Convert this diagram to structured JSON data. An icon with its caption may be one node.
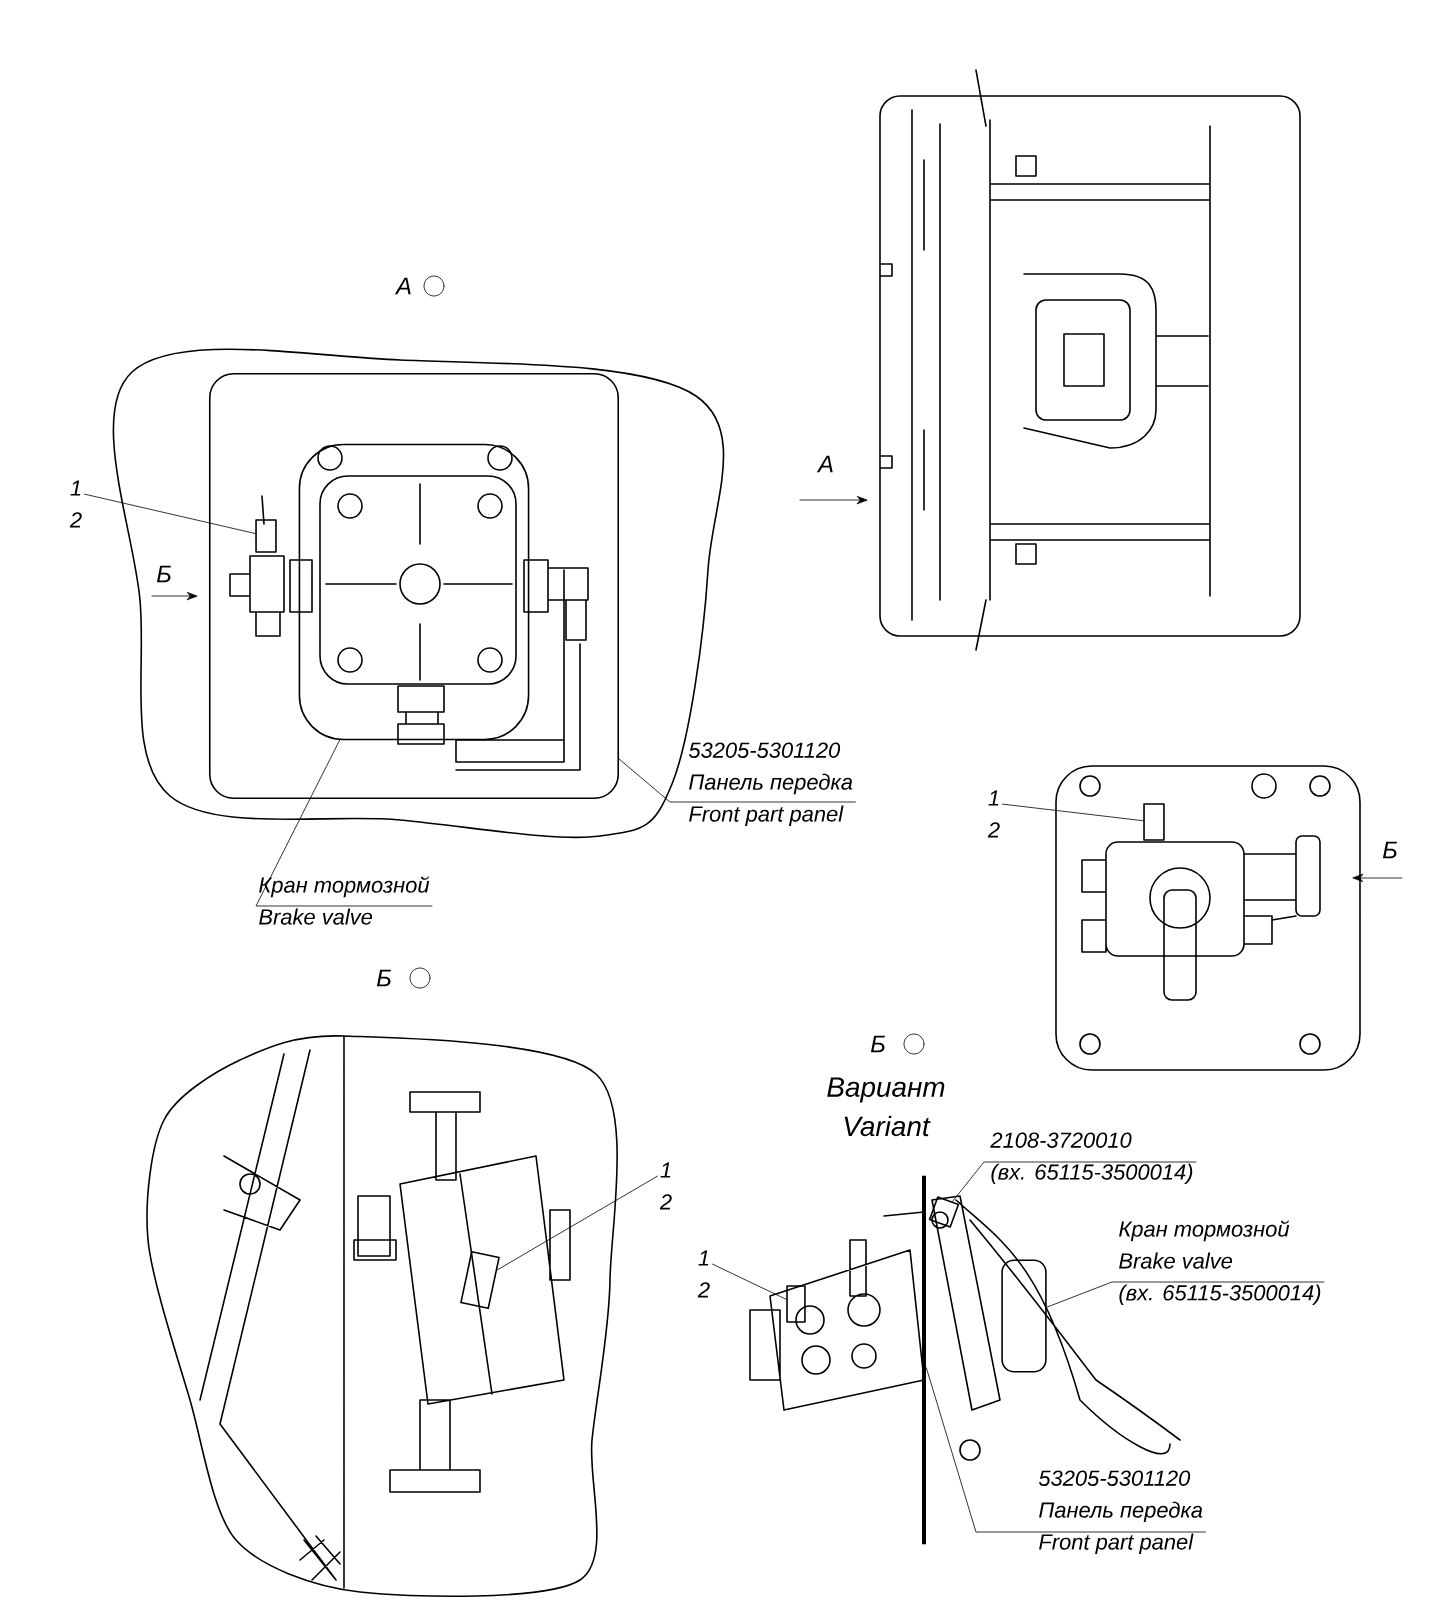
{
  "diagram": {
    "nodes": [
      {
        "text": [],
        "shape": "box"
      },
      {
        "text": [],
        "shape": "box",
        "in": 0
      },
      {
        "text": [],
        "shape": "box",
        "in": 0
      },
      {
        "text": [
          "1",
          "2"
        ]
      },
      {
        "text": [
          "Кран тормозной",
          "Brake valve"
        ]
      },
      {
        "text": [
          "53205-5301120",
          "Панель передка",
          "Front part panel"
        ]
      },
      {
        "text": [
          "1",
          "2"
        ]
      },
      {
        "text": [],
        "shape": "box"
      },
      {
        "text": [
          "1",
          "2"
        ]
      },
      {
        "text": [],
        "shape": "box"
      },
      {
        "text": [
          "2108-3720010",
          "(вх. 65115-3500014)"
        ]
      },
      {
        "text": [],
        "shape": "box"
      },
      {
        "text": [
          "1",
          "2"
        ]
      },
      {
        "text": [],
        "shape": "box"
      },
      {
        "text": [
          "Кран тормозной",
          "Brake valve",
          "(вх. 65115-3500014)"
        ]
      },
      {
        "text": [],
        "shape": "box"
      },
      {
        "text": [
          "53205-5301120",
          "Панель передка",
          "Front part panel"
        ]
      },
      {
        "text": [],
        "shape": "bar"
      }
    ],
    "edges": [
      {
        "from": 3,
        "to": 2,
        "arrow": "none"
      },
      {
        "from": 4,
        "to": 1,
        "arrow": "none"
      },
      {
        "from": 5,
        "to": 0,
        "arrow": "none"
      },
      {
        "from": 6,
        "to": 7,
        "arrow": "none"
      },
      {
        "from": 8,
        "to": 9,
        "arrow": "none"
      },
      {
        "from": 10,
        "to": 11,
        "arrow": "none"
      },
      {
        "from": 12,
        "to": 13,
        "arrow": "none"
      },
      {
        "from": 14,
        "to": 15,
        "arrow": "none"
      },
      {
        "from": 16,
        "to": 17,
        "arrow": "none"
      }
    ],
    "labels": [
      "А",
      "А",
      "Б",
      "Б",
      "Б",
      "Б",
      "Вариант",
      "Variant"
    ]
  }
}
